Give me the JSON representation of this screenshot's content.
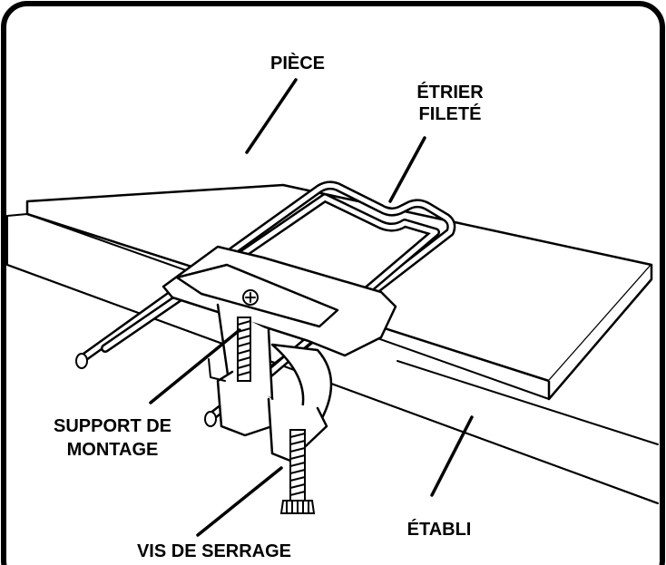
{
  "labels": {
    "piece": "PIÈCE",
    "etrier_line1": "ÉTRIER",
    "etrier_line2": "FILETÉ",
    "support_line1": "SUPPORT DE",
    "support_line2": "MONTAGE",
    "vis": "VIS DE SERRAGE",
    "etabli": "ÉTABLI"
  },
  "colors": {
    "line": "#000000",
    "fill": "#ffffff"
  }
}
